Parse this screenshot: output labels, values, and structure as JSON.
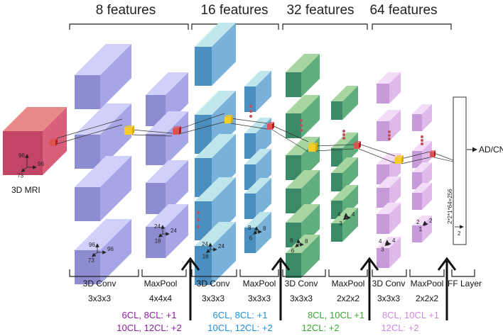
{
  "headers": [
    "8 features",
    "16 features",
    "32 features",
    "64 features"
  ],
  "input": {
    "label": "3D MRI",
    "dims": [
      "96",
      "96",
      "73"
    ]
  },
  "dims": {
    "conv1": [
      "96",
      "96",
      "73"
    ],
    "pool1": [
      "24",
      "24",
      "18"
    ],
    "conv2": [
      "24",
      "24",
      "18"
    ],
    "pool2": [
      "8",
      "8",
      "6"
    ],
    "conv3": [
      "8",
      "8",
      "6"
    ],
    "pool3": [
      "4",
      "4",
      "3"
    ],
    "conv4": [
      "4",
      "4",
      "3"
    ],
    "pool4": [
      "2",
      "2",
      "1"
    ],
    "ff": "2"
  },
  "ff_layer": {
    "vertical_label": "2*2*1*64=256",
    "output_label": "AD/CN"
  },
  "layers": [
    {
      "name": "3D Conv",
      "kernel": "3x3x3"
    },
    {
      "name": "MaxPool",
      "kernel": "4x4x4"
    },
    {
      "name": "3D Conv",
      "kernel": "3x3x3"
    },
    {
      "name": "MaxPool",
      "kernel": "3x3x3"
    },
    {
      "name": "3D Conv",
      "kernel": "3x3x3"
    },
    {
      "name": "MaxPool",
      "kernel": "2x2x2"
    },
    {
      "name": "3D Conv",
      "kernel": "3x3x3"
    },
    {
      "name": "MaxPool",
      "kernel": "2x2x2"
    },
    {
      "name": "FF Layer",
      "kernel": ""
    }
  ],
  "increments": [
    {
      "line1": "6CL, 8CL: +1",
      "line2": "10CL, 12CL: +2",
      "color": "#8a1f9c"
    },
    {
      "line1": "6CL, 8CL: +1",
      "line2": "10CL, 12CL: +2",
      "color": "#1e8fe0"
    },
    {
      "line1": "8CL, 10CL +1",
      "line2": "12CL: +2",
      "color": "#3aa832"
    },
    {
      "line1": "8CL, 10CL +1",
      "line2": "12CL: +2",
      "color": "#cc88dd"
    }
  ]
}
